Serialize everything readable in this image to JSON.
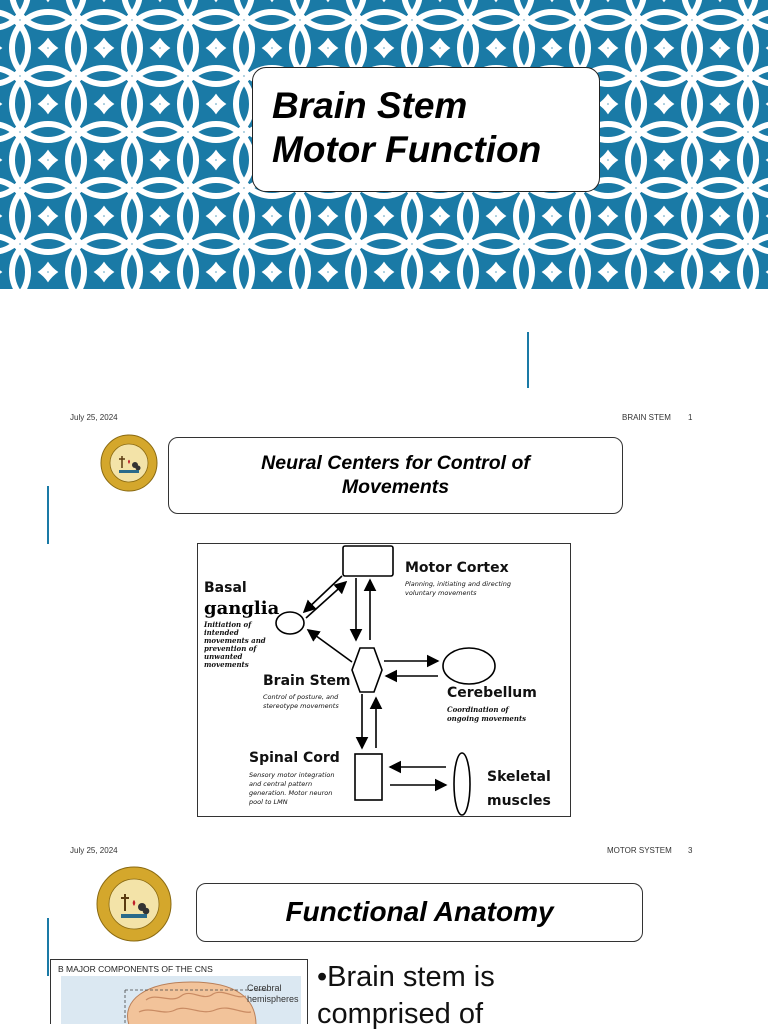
{
  "slide1": {
    "title_line1": "Brain Stem",
    "title_line2": "Motor Function",
    "banner_color": "#1a7aa6"
  },
  "slide2": {
    "date": "July 25, 2024",
    "section": "BRAIN STEM",
    "page": "1",
    "title_line1": "Neural Centers for Control of",
    "title_line2": "Movements",
    "diagram": {
      "motor_cortex": "Motor Cortex",
      "motor_cortex_desc1": "Planning, initiating and directing",
      "motor_cortex_desc2": "voluntary movements",
      "basal": "Basal",
      "ganglia": "ganglia",
      "basal_desc": [
        "Initiation of",
        "intended",
        "movements and",
        "prevention of",
        "unwanted",
        "movements"
      ],
      "brain_stem": "Brain Stem",
      "brain_stem_desc1": "Control of posture, and",
      "brain_stem_desc2": "stereotype movements",
      "cerebellum": "Cerebellum",
      "cerebellum_desc1": "Coordination of",
      "cerebellum_desc2": "ongoing movements",
      "spinal_cord": "Spinal Cord",
      "spinal_desc": [
        "Sensory motor integration",
        "and central pattern",
        "generation. Motor neuron",
        "pool to LMN"
      ],
      "skeletal": "Skeletal",
      "muscles": "muscles"
    }
  },
  "slide3": {
    "date": "July 25, 2024",
    "section": "MOTOR SYSTEM",
    "page": "3",
    "title": "Functional Anatomy",
    "figure_title": "B   MAJOR COMPONENTS OF THE CNS",
    "figure_label_1": "Cerebral",
    "figure_label_2": "hemispheres",
    "bullet_line1": "•Brain stem is",
    "bullet_line2": "comprised of"
  }
}
